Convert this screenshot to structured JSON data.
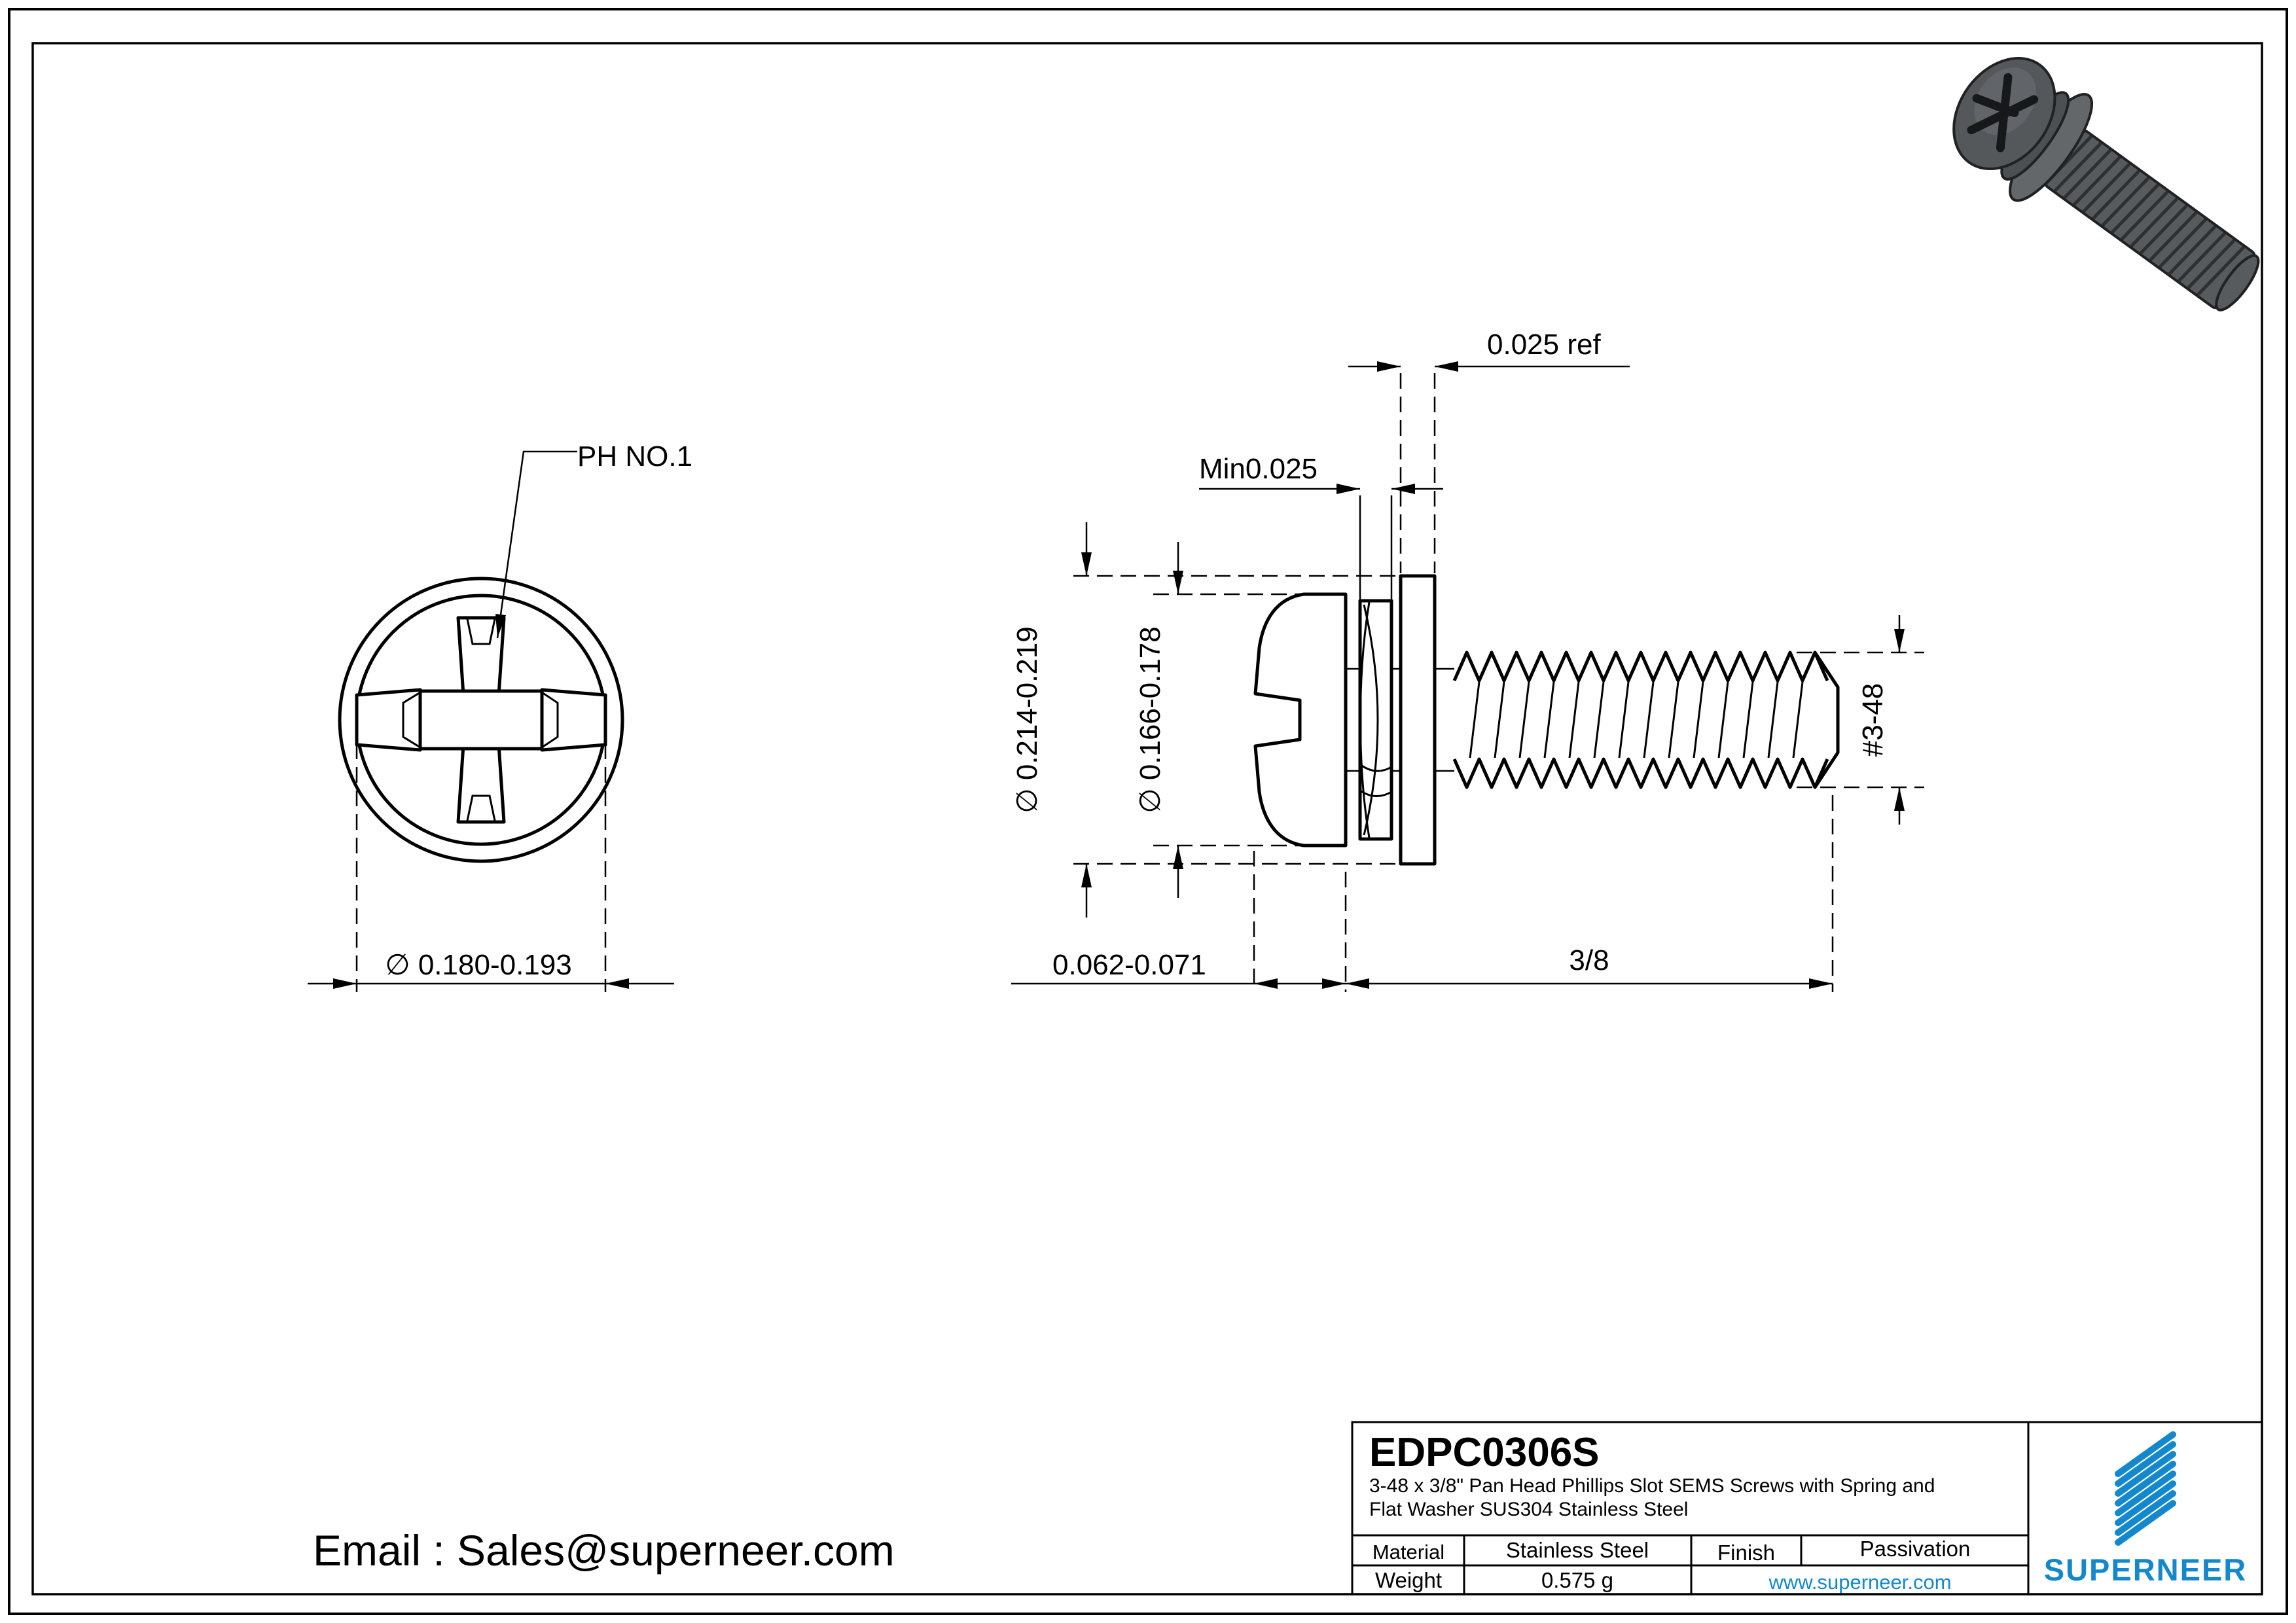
{
  "page": {
    "email": "Email : Sales@superneer.com"
  },
  "front_view": {
    "callout": "PH NO.1",
    "dim_head_od": "∅ 0.180-0.193"
  },
  "side_view": {
    "dim_flat_washer_thickness": "0.025 ref",
    "dim_spring_washer_min": "Min0.025",
    "dim_washer_od": "∅ 0.214-0.219",
    "dim_head_od": "∅ 0.166-0.178",
    "dim_head_height": "0.062-0.071",
    "dim_thread_length": "3/8",
    "thread_spec": "#3-48"
  },
  "title_block": {
    "part_number": "EDPC0306S",
    "description_line1": "3-48 x 3/8\" Pan Head Phillips Slot SEMS Screws with Spring and",
    "description_line2": "Flat Washer SUS304 Stainless Steel",
    "material_label": "Material",
    "material_value": "Stainless Steel",
    "finish_label": "Finish",
    "finish_value": "Passivation",
    "weight_label": "Weight",
    "weight_value": "0.575 g",
    "website": "www.superneer.com",
    "brand": "SUPERNEER",
    "brand_color": "#1488cd"
  }
}
